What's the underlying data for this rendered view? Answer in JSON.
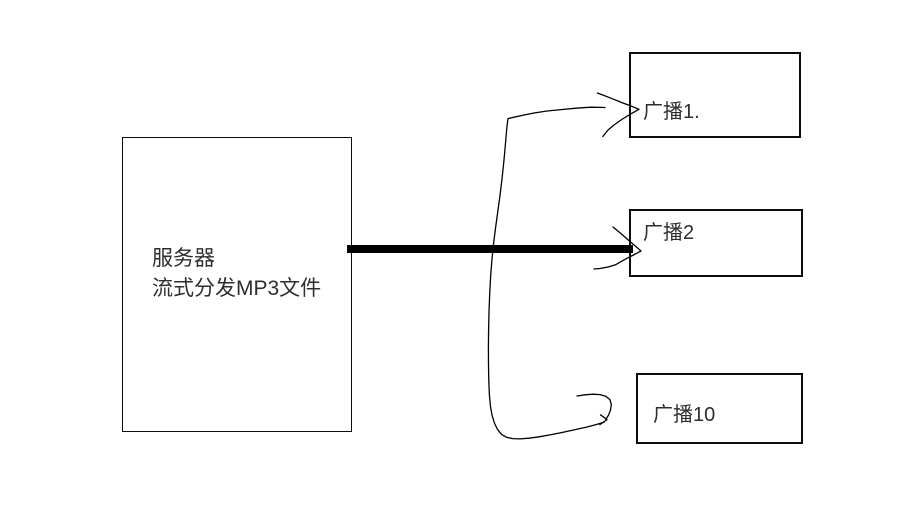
{
  "canvas": {
    "background_color": "#ffffff",
    "stroke_color": "#000000",
    "text_color": "#2e2e2e"
  },
  "nodes": {
    "server": {
      "lines": [
        "服务器",
        "流式分发MP3文件"
      ]
    },
    "broadcast1": {
      "label": "广播1."
    },
    "broadcast2": {
      "label": "广播2"
    },
    "broadcast10": {
      "label": "广播10"
    }
  },
  "edges": [
    {
      "from": "server",
      "to": "broadcast1",
      "style": "hand-drawn-curve-with-arrowhead"
    },
    {
      "from": "server",
      "to": "broadcast2",
      "style": "thick-straight-arrow"
    },
    {
      "from": "server",
      "to": "broadcast10",
      "style": "hand-drawn-curve-with-arrowhead"
    }
  ]
}
